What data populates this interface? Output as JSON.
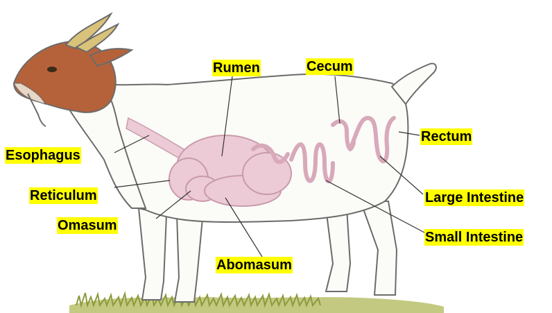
{
  "labels": {
    "rumen": "Rumen",
    "cecum": "Cecum",
    "esophagus": "Esophagus",
    "rectum": "Rectum",
    "reticulum": "Reticulum",
    "large_intestine": "Large Intestine",
    "omasum": "Omasum",
    "small_intestine": "Small Intestine",
    "abomasum": "Abomasum"
  },
  "colors": {
    "label_bg": "#ffff00",
    "outline": "#6b6b6b",
    "head_brown": "#b5623a",
    "horn": "#d9c27a",
    "organ_pink": "#eccbd6",
    "organ_stroke": "#c99aac",
    "grass": "#8c9a3c"
  }
}
